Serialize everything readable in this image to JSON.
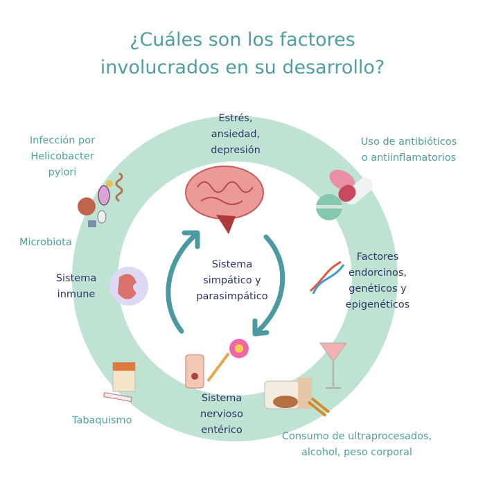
{
  "title": [
    "¿Cuáles son los factores",
    "involucrados en su desarrollo?"
  ],
  "center_label": [
    "Sistema",
    "simpático y",
    "parasimpático"
  ],
  "factors": {
    "stress": [
      "Estrés,",
      "ansiedad,",
      "depresión"
    ],
    "helicobacter": [
      "Infección por",
      "Helicobacter",
      "pylori"
    ],
    "microbiota": "Microbiota",
    "immune": [
      "Sistema",
      "inmune"
    ],
    "antibiotics": [
      "Uso de antibióticos",
      "o antiinflamatorios"
    ],
    "endocrine": [
      "Factores",
      "endorcinos,",
      "genéticos y",
      "epigenéticos"
    ],
    "enteric": [
      "Sistema",
      "nervioso",
      "entérico"
    ],
    "smoking": "Tabaquismo",
    "diet": [
      "Consumo de ultraprocesados,",
      "alcohol, peso corporal"
    ]
  },
  "colors": {
    "ring": "#bfe3d2",
    "teal": "#4f9ea2",
    "navy": "#2f3568",
    "arrow": "#4a9aa0"
  }
}
